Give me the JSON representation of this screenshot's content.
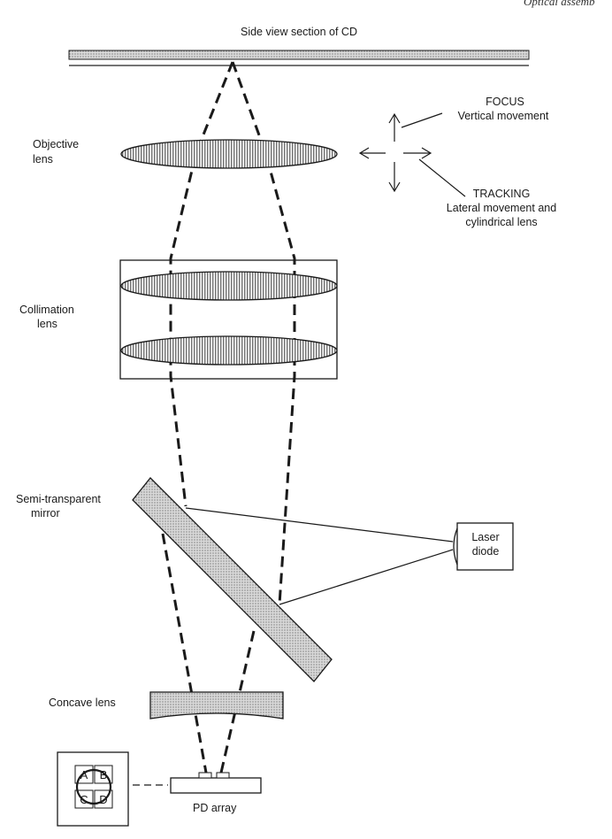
{
  "header": {
    "corner_text": "Optical assemb"
  },
  "labels": {
    "cd_section": "Side view section of CD",
    "objective_1": "Objective",
    "objective_2": "lens",
    "focus_1": "FOCUS",
    "focus_2": "Vertical movement",
    "tracking_1": "TRACKING",
    "tracking_2": "Lateral movement and",
    "tracking_3": "cylindrical lens",
    "collimation_1": "Collimation",
    "collimation_2": "lens",
    "mirror_1": "Semi-transparent",
    "mirror_2": "mirror",
    "laser_1": "Laser",
    "laser_2": "diode",
    "concave": "Concave lens",
    "pd_array": "PD array"
  },
  "quadrants": {
    "a": "A",
    "b": "B",
    "c": "C",
    "d": "D"
  },
  "colors": {
    "ink": "#1a1a1a",
    "hatch_fill": "#bdbdbd"
  }
}
